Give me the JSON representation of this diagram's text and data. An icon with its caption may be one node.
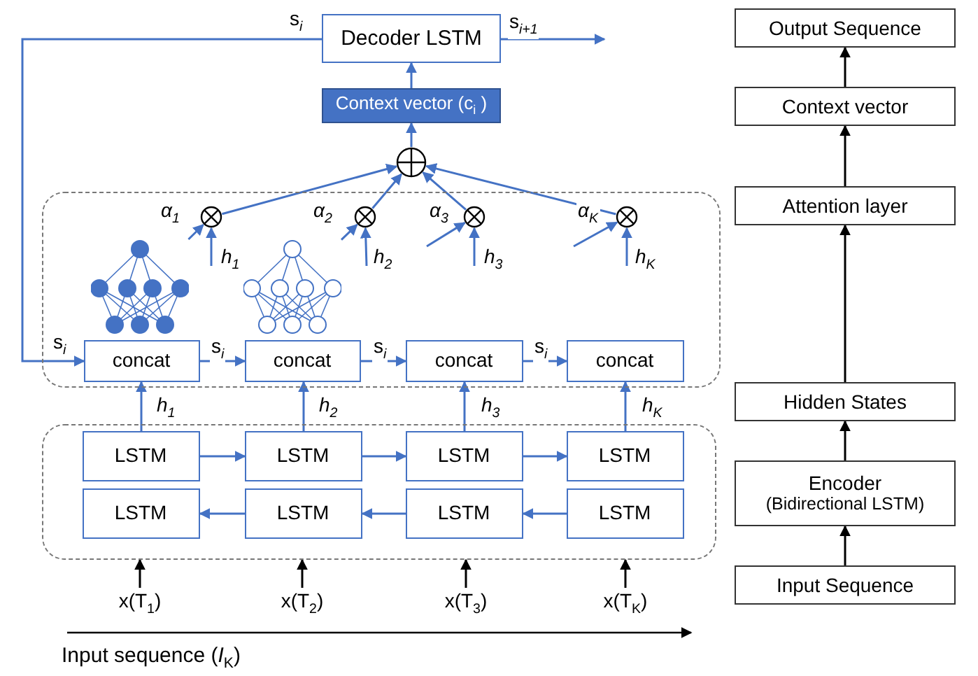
{
  "diagram": {
    "nodes": [
      {
        "text": [
          "Decoder LSTM"
        ]
      },
      {
        "text": [
          "Context vector (c$_{i}$ )"
        ]
      },
      {
        "text": [],
        "shape": "circle"
      },
      {
        "text": [],
        "shape": "box"
      },
      {
        "text": [],
        "shape": "circle",
        "in": 3
      },
      {
        "text": [],
        "shape": "circle",
        "in": 3
      },
      {
        "text": [],
        "shape": "circle",
        "in": 3
      },
      {
        "text": [],
        "shape": "circle",
        "in": 3
      },
      {
        "text": [],
        "shape": "picture",
        "in": 3
      },
      {
        "text": [],
        "shape": "picture",
        "in": 3
      },
      {
        "text": [
          "concat"
        ],
        "in": 3
      },
      {
        "text": [
          "concat"
        ],
        "in": 3
      },
      {
        "text": [
          "concat"
        ],
        "in": 3
      },
      {
        "text": [
          "concat"
        ],
        "in": 3
      },
      {
        "text": [],
        "shape": "box"
      },
      {
        "text": [
          "LSTM"
        ],
        "in": 14
      },
      {
        "text": [
          "LSTM"
        ],
        "in": 14
      },
      {
        "text": [
          "LSTM"
        ],
        "in": 14
      },
      {
        "text": [
          "LSTM"
        ],
        "in": 14
      },
      {
        "text": [
          "LSTM"
        ],
        "in": 14
      },
      {
        "text": [
          "LSTM"
        ],
        "in": 14
      },
      {
        "text": [
          "LSTM"
        ],
        "in": 14
      },
      {
        "text": [
          "LSTM"
        ],
        "in": 14
      },
      {
        "text": [
          "x(T$_{1}$)"
        ]
      },
      {
        "text": [
          "x(T$_{2}$)"
        ]
      },
      {
        "text": [
          "x(T$_{3}$)"
        ]
      },
      {
        "text": [
          "x(T$_{K}$)"
        ]
      },
      {
        "text": [
          "Output Sequence"
        ]
      },
      {
        "text": [
          "Context vector"
        ]
      },
      {
        "text": [
          "Attention layer"
        ]
      },
      {
        "text": [
          "Hidden States"
        ]
      },
      {
        "text": [
          "Encoder",
          "(Bidirectional LSTM)"
        ]
      },
      {
        "text": [
          "Input Sequence"
        ]
      }
    ],
    "edges": [
      {
        "from": 0,
        "to": null,
        "arrow": "to",
        "label": "s$_{i+1}$"
      },
      {
        "from": 0,
        "to": 10,
        "arrow": "to",
        "label": "s$_{i}$"
      },
      {
        "from": 1,
        "to": 0,
        "arrow": "to"
      },
      {
        "from": 2,
        "to": 1,
        "arrow": "to"
      },
      {
        "from": 4,
        "to": 2,
        "arrow": "to"
      },
      {
        "from": 5,
        "to": 2,
        "arrow": "to"
      },
      {
        "from": 6,
        "to": 2,
        "arrow": "to"
      },
      {
        "from": 7,
        "to": 2,
        "arrow": "to"
      },
      {
        "from": 8,
        "to": 4,
        "arrow": "to",
        "label": "α$_{1}$"
      },
      {
        "from": 9,
        "to": 5,
        "arrow": "to",
        "label": "α$_{2}$"
      },
      {
        "from": null,
        "to": 6,
        "arrow": "to",
        "label": "α$_{3}$"
      },
      {
        "from": null,
        "to": 7,
        "arrow": "to",
        "label": "α$_{K}$"
      },
      {
        "from": null,
        "to": 4,
        "arrow": "to",
        "label": "h$_{1}$"
      },
      {
        "from": null,
        "to": 5,
        "arrow": "to",
        "label": "h$_{2}$"
      },
      {
        "from": null,
        "to": 6,
        "arrow": "to",
        "label": "h$_{3}$"
      },
      {
        "from": null,
        "to": 7,
        "arrow": "to",
        "label": "h$_{K}$"
      },
      {
        "from": 10,
        "to": 11,
        "arrow": "to",
        "label": "s$_{i}$"
      },
      {
        "from": 11,
        "to": 12,
        "arrow": "to",
        "label": "s$_{i}$"
      },
      {
        "from": 12,
        "to": 13,
        "arrow": "to",
        "label": "s$_{i}$"
      },
      {
        "from": 15,
        "to": 10,
        "arrow": "to",
        "label": "h$_{1}$"
      },
      {
        "from": 16,
        "to": 11,
        "arrow": "to",
        "label": "h$_{2}$"
      },
      {
        "from": 17,
        "to": 12,
        "arrow": "to",
        "label": "h$_{3}$"
      },
      {
        "from": 18,
        "to": 13,
        "arrow": "to",
        "label": "h$_{K}$"
      },
      {
        "from": 15,
        "to": 16,
        "arrow": "to"
      },
      {
        "from": 16,
        "to": 17,
        "arrow": "to"
      },
      {
        "from": 17,
        "to": 18,
        "arrow": "to"
      },
      {
        "from": 22,
        "to": 21,
        "arrow": "to"
      },
      {
        "from": 21,
        "to": 20,
        "arrow": "to"
      },
      {
        "from": 20,
        "to": 19,
        "arrow": "to"
      },
      {
        "from": 23,
        "to": 14,
        "arrow": "to",
        "color": "#000000"
      },
      {
        "from": 24,
        "to": 14,
        "arrow": "to",
        "color": "#000000"
      },
      {
        "from": 25,
        "to": 14,
        "arrow": "to",
        "color": "#000000"
      },
      {
        "from": 26,
        "to": 14,
        "arrow": "to",
        "color": "#000000"
      },
      {
        "from": 32,
        "to": 31,
        "arrow": "to",
        "color": "#000000"
      },
      {
        "from": 31,
        "to": 30,
        "arrow": "to",
        "color": "#000000"
      },
      {
        "from": 30,
        "to": 29,
        "arrow": "to",
        "color": "#000000"
      },
      {
        "from": 29,
        "to": 28,
        "arrow": "to",
        "color": "#000000"
      },
      {
        "from": 28,
        "to": 27,
        "arrow": "to",
        "color": "#000000"
      }
    ],
    "labels": [
      "s$_{i}$",
      "Input sequence (*I*$_{K}$)"
    ]
  }
}
